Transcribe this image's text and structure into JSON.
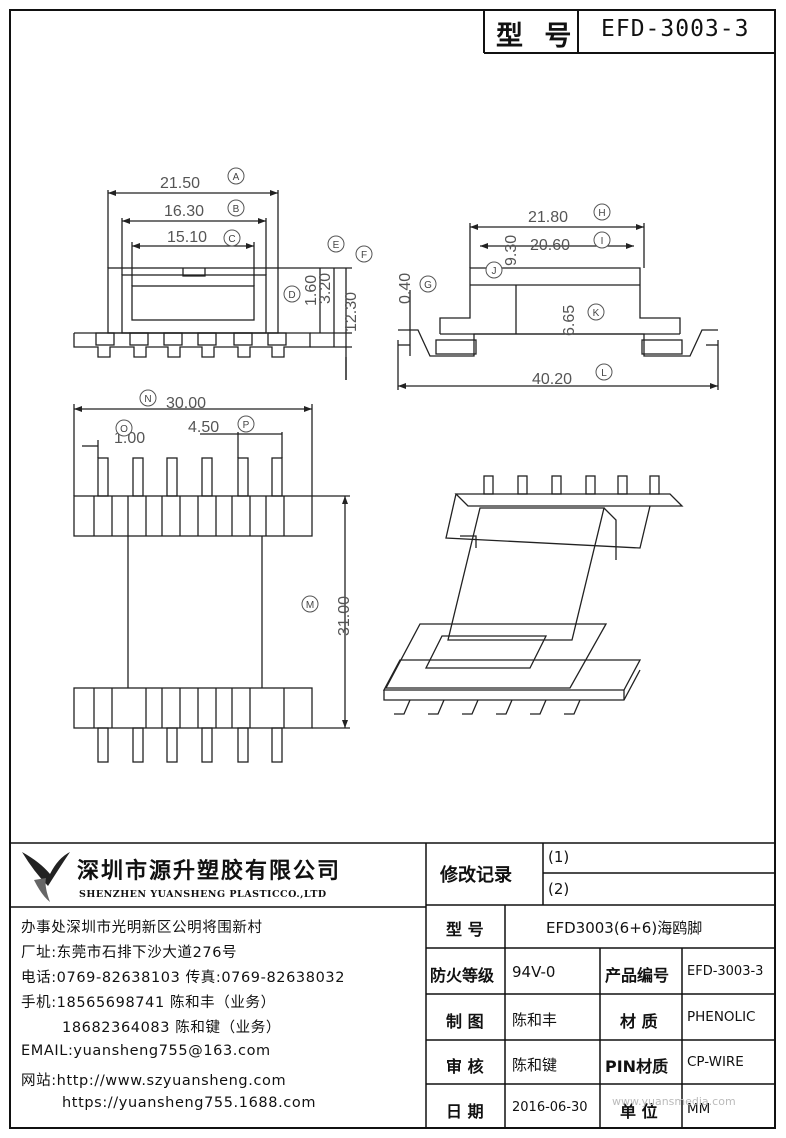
{
  "title_block": {
    "model_label": "型 号",
    "model_value": "EFD-3003-3"
  },
  "dimensions": {
    "A": "21.50",
    "B": "16.30",
    "C": "15.10",
    "E": "1.60",
    "F": "3.20",
    "D": "12.30",
    "H": "21.80",
    "I": "20.60",
    "J": "9.30",
    "G": "0.40",
    "K": "6.65",
    "L": "40.20",
    "N": "30.00",
    "O": "1.00",
    "P": "4.50",
    "M": "31.00"
  },
  "dimension_letters": [
    "A",
    "B",
    "C",
    "D",
    "E",
    "F",
    "G",
    "H",
    "I",
    "J",
    "K",
    "L",
    "M",
    "N",
    "O",
    "P"
  ],
  "company": {
    "name_cn": "深圳市源升塑胶有限公司",
    "name_en": "SHENZHEN YUANSHENG PLASTICCO.,LTD",
    "office": "办事处深圳市光明新区公明将围新村",
    "factory": "厂址:东莞市石排下沙大道276号",
    "phone": "电话:0769-82638103 传真:0769-82638032",
    "mobile1": "手机:18565698741 陈和丰（业务）",
    "mobile2": "18682364083 陈和键（业务）",
    "email": "EMAIL:yuansheng755@163.com",
    "website1": "网站:http://www.szyuansheng.com",
    "website2": "https://yuansheng755.1688.com"
  },
  "revisions": {
    "label": "修改记录",
    "rev1": "(1)",
    "rev2": "(2)"
  },
  "spec": {
    "model_label": "型 号",
    "model_value": "EFD3003(6+6)海鸥脚",
    "fire_label": "防火等级",
    "fire_value": "94V-0",
    "product_no_label": "产品编号",
    "product_no_value": "EFD-3003-3",
    "drawn_label": "制 图",
    "drawn_value": "陈和丰",
    "material_label": "材 质",
    "material_value": "PHENOLIC",
    "checked_label": "审 核",
    "checked_value": "陈和键",
    "pin_material_label": "PIN材质",
    "pin_material_value": "CP-WIRE",
    "date_label": "日 期",
    "date_value": "2016-06-30",
    "unit_label": "单 位",
    "unit_value": "MM"
  },
  "watermark": "www.yuansmedia.com"
}
